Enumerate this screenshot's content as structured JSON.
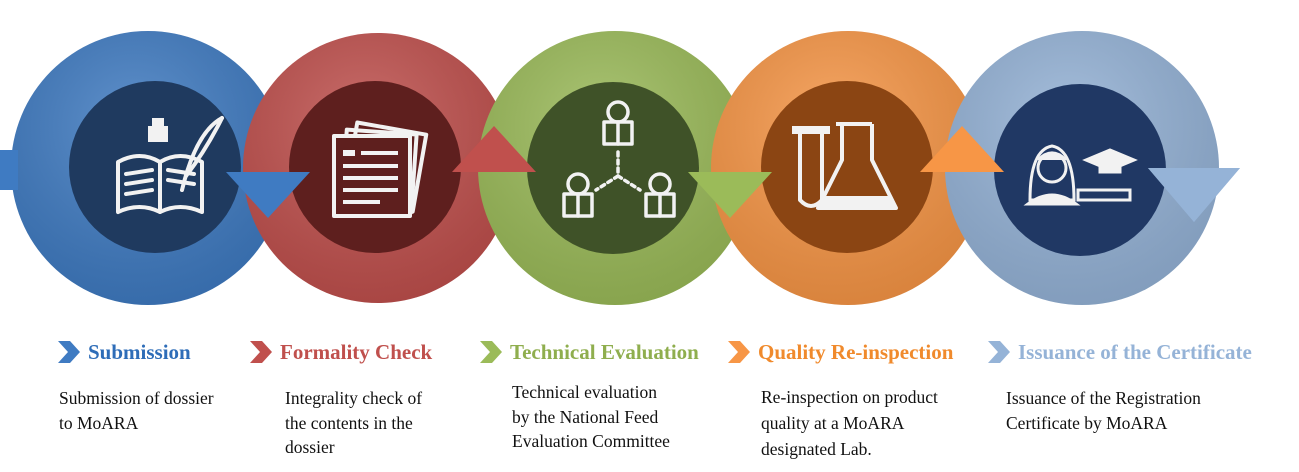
{
  "steps": [
    {
      "title": "Submission",
      "description": [
        "Submission of dossier",
        "to MoARA"
      ],
      "color": "#3F7BC2",
      "icon": "open-book-with-quill-icon"
    },
    {
      "title": "Formality Check",
      "description": [
        "Integrality check of",
        "the contents in the",
        "dossier"
      ],
      "color": "#C0504D",
      "icon": "document-stack-icon"
    },
    {
      "title": "Technical Evaluation",
      "description": [
        "Technical evaluation",
        "by the National Feed",
        "Evaluation Committee"
      ],
      "color": "#9BBB59",
      "icon": "committee-readers-icon"
    },
    {
      "title": "Quality Re-inspection",
      "description": [
        "Re-inspection on product",
        "quality at a MoARA",
        "designated Lab."
      ],
      "color": "#F79646",
      "icon": "lab-flasks-icon"
    },
    {
      "title": "Issuance of the Certificate",
      "description": [
        "Issuance of the Registration",
        "Certificate by MoARA"
      ],
      "color": "#95B3D7",
      "icon": "graduate-certificate-icon"
    }
  ]
}
